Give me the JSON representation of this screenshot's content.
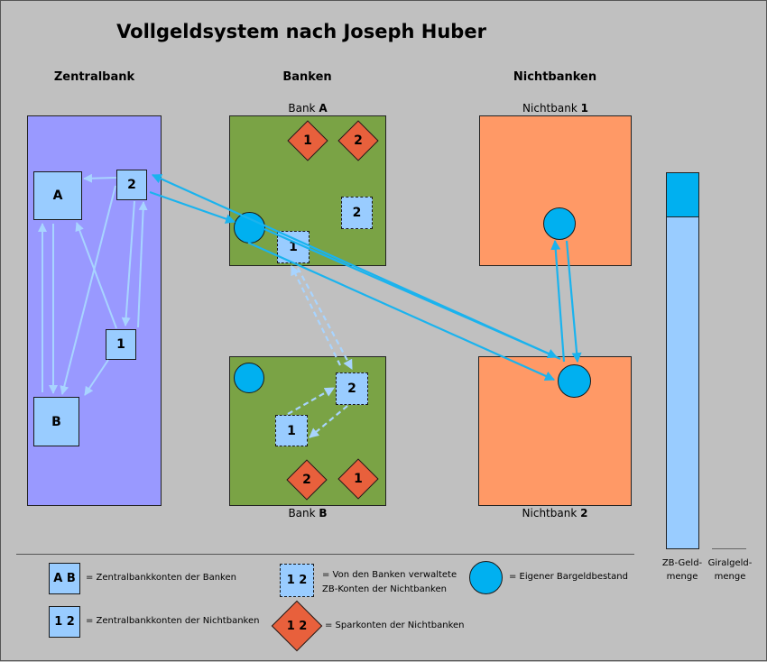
{
  "title": "Vollgeldsystem nach Joseph Huber",
  "columns": {
    "zentralbank": "Zentralbank",
    "banken": "Banken",
    "nichtbanken": "Nichtbanken"
  },
  "panels": {
    "bank_a_label_prefix": "Bank ",
    "bank_a_label_bold": "A",
    "bank_b_label_prefix": "Bank ",
    "bank_b_label_bold": "B",
    "nb1_label_prefix": "Nichtbank ",
    "nb1_label_bold": "1",
    "nb2_label_prefix": "Nichtbank ",
    "nb2_label_bold": "2"
  },
  "accounts": {
    "cb_a": "A",
    "cb_b": "B",
    "cb_1": "1",
    "cb_2": "2",
    "bank_a_zb_1": "1",
    "bank_a_zb_2": "2",
    "bank_a_spar_1": "1",
    "bank_a_spar_2": "2",
    "bank_b_zb_1": "1",
    "bank_b_zb_2": "2",
    "bank_b_spar_2": "2",
    "bank_b_spar_1": "1"
  },
  "bar": {
    "label_zb_1": "ZB-Geld-",
    "label_zb_2": "menge",
    "label_giral_1": "Giralgeld-",
    "label_giral_2": "menge"
  },
  "legend": {
    "ab_box": "A B",
    "ab_text": "= Zentralbankkonten der Banken",
    "n12_box": "1 2",
    "n12_text": "= Zentralbankkonten der Nichtbanken",
    "dashed_box": "1 2",
    "dashed_text_1": "= Von den Banken verwaltete",
    "dashed_text_2": "ZB-Konten der Nichtbanken",
    "spar_1": "1",
    "spar_2": "2",
    "spar_text": "= Sparkonten der Nichtbanken",
    "coin_text": "= Eigener Bargeldbestand"
  },
  "colors": {
    "background": "#c0c0c0",
    "zentralbank": "#9999ff",
    "banken": "#7aa345",
    "nichtbanken": "#ff9966",
    "account": "#99ccff",
    "coin": "#00b0f0",
    "sparkonto": "#e8603c",
    "arrow_bright": "#1ab3ee",
    "arrow_light": "#a8d4ff"
  }
}
